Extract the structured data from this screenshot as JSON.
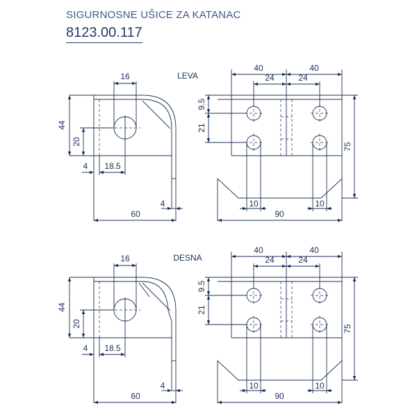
{
  "header": {
    "title": "SIGURNOSNE UŠICE ZA KATANAC",
    "code": "8123.00.117"
  },
  "views": [
    {
      "label": "LEVA",
      "dims": {
        "hole_width": "16",
        "height": "44",
        "hole_height": "20",
        "thickness_left": "4",
        "hole_offset": "18.5",
        "depth": "60",
        "thickness_leg": "4",
        "half_width_left": "40",
        "half_width_right": "40",
        "hole_spacing_left": "24",
        "hole_spacing_right": "24",
        "top_offset": "9.5",
        "hole_pitch": "21",
        "total_height": "75",
        "slot_left": "10",
        "slot_right": "10",
        "total_width": "90"
      }
    },
    {
      "label": "DESNA",
      "dims": {
        "hole_width": "16",
        "height": "44",
        "hole_height": "20",
        "thickness_left": "4",
        "hole_offset": "18.5",
        "depth": "60",
        "thickness_leg": "4",
        "half_width_left": "40",
        "half_width_right": "40",
        "hole_spacing_left": "24",
        "hole_spacing_right": "24",
        "top_offset": "9.5",
        "hole_pitch": "21",
        "total_height": "75",
        "slot_left": "10",
        "slot_right": "10",
        "total_width": "90"
      }
    }
  ],
  "colors": {
    "line": "#1b2f55",
    "title": "#3d5a86",
    "code": "#1d3a6e"
  }
}
